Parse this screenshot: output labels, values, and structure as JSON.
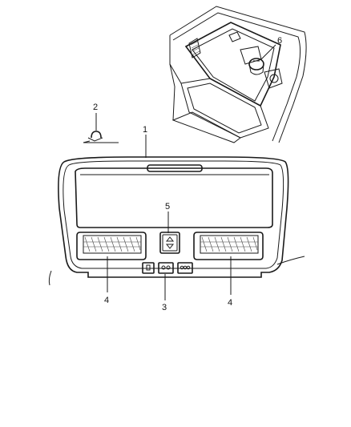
{
  "callouts": {
    "c1": "1",
    "c2": "2",
    "c3": "3",
    "c4_left": "4",
    "c4_right": "4",
    "c5": "5",
    "c6": "6"
  },
  "colors": {
    "line": "#1a1a1a",
    "background": "#ffffff"
  }
}
